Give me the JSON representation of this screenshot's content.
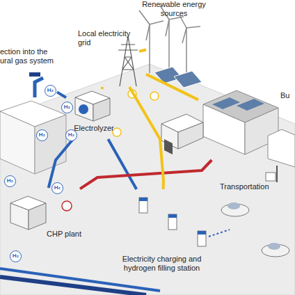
{
  "diagram": {
    "nodes": [
      {
        "text": [
          "Renewable energy sources"
        ]
      },
      {
        "text": [
          "Local electricity grid"
        ]
      },
      {
        "text": [
          "ection into the ural gas system"
        ]
      },
      {
        "text": [
          "Electrolyzer"
        ]
      },
      {
        "text": [
          "Bu"
        ]
      },
      {
        "text": [
          "Transportation"
        ]
      },
      {
        "text": [
          "CHP plant"
        ]
      },
      {
        "text": [
          "Electricity charging and hydrogen filling station"
        ]
      }
    ],
    "edges": [
      {
        "from": 0,
        "to": 1,
        "arrow": "none"
      },
      {
        "from": 1,
        "to": 3,
        "arrow": "none"
      },
      {
        "from": 3,
        "to": 2,
        "arrow": "none"
      },
      {
        "from": 1,
        "to": 4,
        "arrow": "none"
      },
      {
        "from": 3,
        "to": 6,
        "arrow": "none"
      },
      {
        "from": 3,
        "to": 7,
        "arrow": "none"
      },
      {
        "from": 6,
        "to": 4,
        "arrow": "none"
      },
      {
        "from": 1,
        "to": 7,
        "arrow": "none"
      }
    ],
    "labels": [
      "H₂",
      "H₂",
      "H₂",
      "H₂",
      "H₂",
      "H₂",
      "H₂"
    ]
  }
}
